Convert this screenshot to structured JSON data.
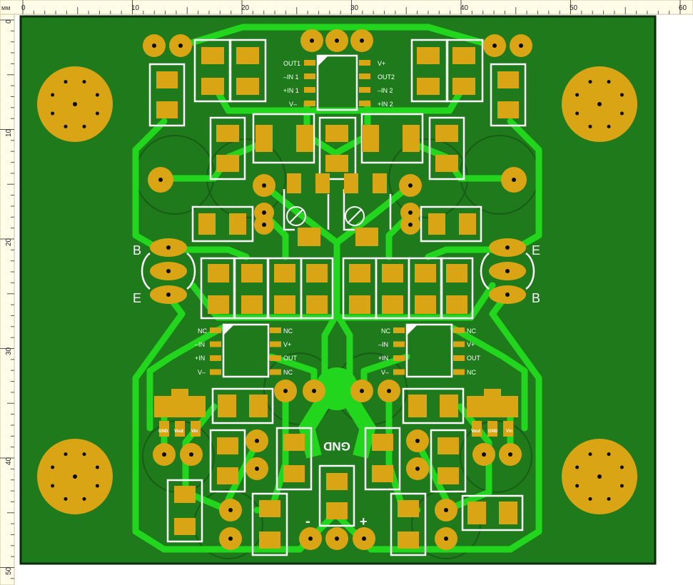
{
  "ruler": {
    "unit": "мм",
    "h_labels": [
      "0",
      "10",
      "20",
      "30",
      "40",
      "50",
      "60"
    ],
    "v_labels": [
      "0",
      "10",
      "20",
      "30",
      "40",
      "50"
    ]
  },
  "colors": {
    "board": "#1f7a1c",
    "trace": "#22d61e",
    "pad": "#d9a514",
    "silk": "#ffffff",
    "hole": "#0a0a0a",
    "shadow": "#165c14"
  },
  "chips": {
    "top": {
      "left_pins": [
        "OUT1",
        "–IN 1",
        "+IN 1",
        "V–"
      ],
      "right_pins": [
        "V+",
        "OUT2",
        "–IN 2",
        "+IN 2"
      ]
    },
    "left": {
      "left_pins": [
        "NC",
        "–IN",
        "+IN",
        "V–"
      ],
      "right_pins": [
        "NC",
        "V+",
        "OUT",
        "NC"
      ]
    },
    "right": {
      "left_pins": [
        "NC",
        "–IN",
        "+IN",
        "V–"
      ],
      "right_pins": [
        "NC",
        "V+",
        "OUT",
        "NC"
      ]
    }
  },
  "transistor_labels": {
    "left_top": "B",
    "left_bottom": "E",
    "right_top": "E",
    "right_bottom": "B"
  },
  "regulators": {
    "left_pins": [
      "GND",
      "Vout",
      "Vin"
    ],
    "right_pins": [
      "Vout",
      "GND",
      "Vin"
    ]
  },
  "board_text": {
    "gnd": "GND",
    "minus": "-",
    "plus": "+"
  }
}
